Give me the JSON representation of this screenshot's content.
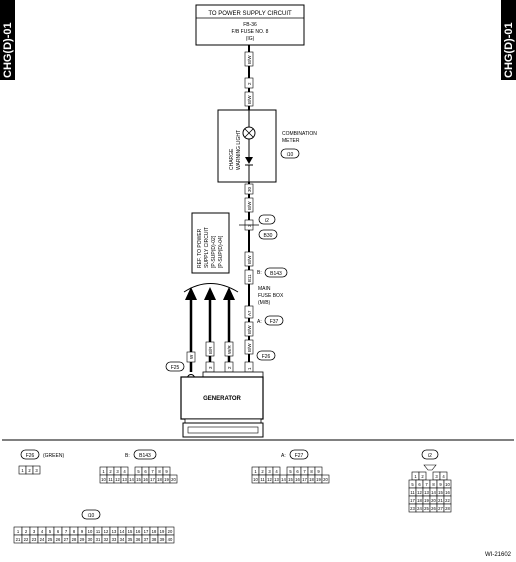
{
  "side_tabs": {
    "left": "CHG(D)-01",
    "right": "CHG(D)-01"
  },
  "power_box": {
    "title": "TO POWER SUPPLY CIRCUIT",
    "line1": "FB-36",
    "line2": "F/B FUSE NO. 8",
    "line3": "(IG)"
  },
  "wires": {
    "top_color": "B/W",
    "top_pin": "2",
    "meter_pin_out": "30",
    "mid_color": "B/W",
    "i2_pin": "3",
    "b143_pin": "B11",
    "f27_pin": "A7",
    "f26_pin": "1"
  },
  "meter": {
    "label_line1": "CHARGE",
    "label_line2": "WARNING LIGHT",
    "name_line1": "COMBINATION",
    "name_line2": "METER",
    "ref": "i10"
  },
  "connectors": {
    "i2": "i2",
    "b30": "B30",
    "b143_prefix": "B:",
    "b143": "B143",
    "fuse_box_line1": "MAIN",
    "fuse_box_line2": "FUSE BOX",
    "fuse_box_line3": "(M/B)",
    "f37_prefix": "A:",
    "f37": "F37",
    "f26": "F26",
    "f25": "F25"
  },
  "ref_box": {
    "line1": "REF. TO POWER",
    "line2": "SUPPLY CIRCUIT",
    "line3": "[P-SUP(D)-02]",
    "line4": "[P-SUP(D)-04]"
  },
  "generator": {
    "label": "GENERATOR",
    "f25_color": "W",
    "wire2_pin": "3",
    "wire2_color": "B/R",
    "wire3_pin": "2",
    "wire3_color": "W/R"
  },
  "legend": {
    "f26": {
      "name": "F26",
      "note": "(GREEN)",
      "pins": [
        "1",
        "2",
        "3"
      ]
    },
    "b143": {
      "prefix": "B:",
      "name": "B143",
      "row1": [
        "1",
        "2",
        "3",
        "4",
        "",
        "5",
        "6",
        "7",
        "8",
        "9"
      ],
      "row2": [
        "10",
        "11",
        "12",
        "13",
        "14",
        "15",
        "16",
        "17",
        "18",
        "19",
        "20"
      ]
    },
    "f27": {
      "prefix": "A:",
      "name": "F27",
      "row1": [
        "1",
        "2",
        "3",
        "4",
        "",
        "5",
        "6",
        "7",
        "8",
        "9"
      ],
      "row2": [
        "10",
        "11",
        "12",
        "13",
        "14",
        "15",
        "16",
        "17",
        "18",
        "19",
        "20"
      ]
    },
    "i2": {
      "name": "i2",
      "rows": [
        [
          "1",
          "2",
          "",
          "3",
          "4"
        ],
        [
          "5",
          "6",
          "7",
          "8",
          "9",
          "10"
        ],
        [
          "11",
          "12",
          "13",
          "14",
          "15",
          "16"
        ],
        [
          "17",
          "18",
          "19",
          "20",
          "21",
          "22"
        ],
        [
          "23",
          "24",
          "25",
          "26",
          "27",
          "28"
        ]
      ]
    },
    "i10": {
      "name": "i10",
      "row1": [
        "1",
        "2",
        "3",
        "4",
        "5",
        "6",
        "7",
        "8",
        "9",
        "10",
        "11",
        "12",
        "13",
        "14",
        "15",
        "16",
        "17",
        "18",
        "19",
        "20"
      ],
      "row2": [
        "21",
        "22",
        "23",
        "24",
        "25",
        "26",
        "27",
        "28",
        "29",
        "30",
        "31",
        "32",
        "33",
        "34",
        "35",
        "36",
        "37",
        "38",
        "39",
        "40"
      ]
    }
  },
  "figure_id": "WI-21602"
}
